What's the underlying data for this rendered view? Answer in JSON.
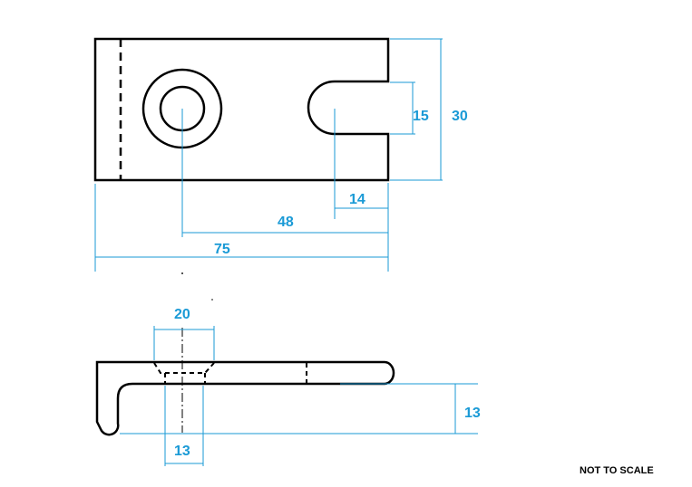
{
  "dimensions": {
    "height_30": "30",
    "slot_width_15": "15",
    "slot_offset_14": "14",
    "hole_offset_48": "48",
    "length_75": "75",
    "counterbore_dia_20": "20",
    "hole_dia_13": "13",
    "drop_13": "13"
  },
  "note": "NOT TO SCALE",
  "colors": {
    "dimension": "#1a9ad6",
    "outline": "#000000"
  }
}
